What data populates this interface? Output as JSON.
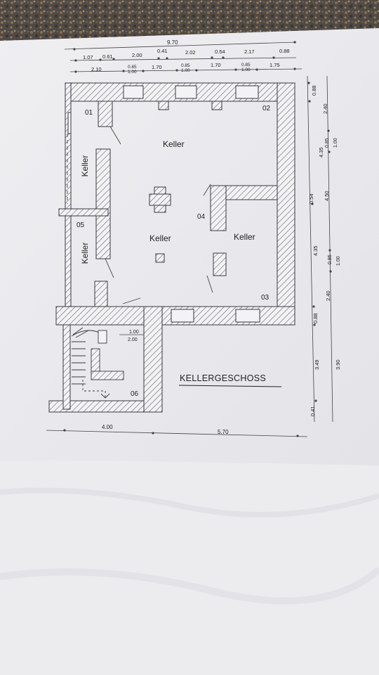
{
  "plan": {
    "title": "KELLERGESCHOSS",
    "rooms": [
      {
        "id": "01",
        "label": "Keller"
      },
      {
        "id": "02",
        "label": "Keller"
      },
      {
        "id": "03",
        "label": "Keller"
      },
      {
        "id": "04",
        "label": "Keller"
      },
      {
        "id": "05",
        "label": "Keller"
      },
      {
        "id": "06",
        "label": ""
      }
    ],
    "top_dimensions": {
      "overall": "9.70",
      "row1": [
        "1.07",
        "0.61",
        "2.00",
        "0.41",
        "2.02",
        "0.54",
        "2.17",
        "0.88"
      ],
      "row2": [
        "2.10",
        "0.85",
        "1.00",
        "1.70",
        "0.85",
        "1.00",
        "1.70",
        "0.85",
        "1.00",
        "1.75"
      ]
    },
    "right_dimensions": {
      "row1": [
        "0.88",
        "2.40",
        "4.35",
        "0.85",
        "1.00",
        "0.54",
        "4.50",
        "4.35",
        "0.85",
        "1.00",
        "2.40",
        "0.88",
        "3.49",
        "0.41"
      ],
      "row2": [
        "3.90"
      ]
    },
    "bottom_dimensions": [
      "4.00",
      "5.70"
    ],
    "stair_dimension": {
      "top": "1.00",
      "bottom": "2.00"
    },
    "window_opening": {
      "top": "0.85",
      "bottom": "1.00"
    }
  }
}
